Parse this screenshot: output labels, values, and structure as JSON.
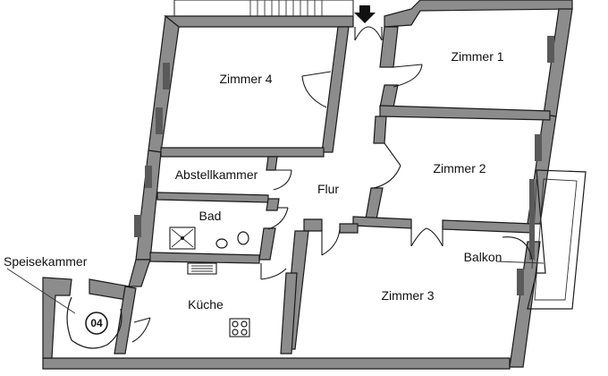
{
  "rooms": {
    "zimmer1": "Zimmer 1",
    "zimmer2": "Zimmer 2",
    "zimmer3": "Zimmer 3",
    "zimmer4": "Zimmer 4",
    "abstellkammer": "Abstellkammer",
    "flur": "Flur",
    "bad": "Bad",
    "kueche": "Küche",
    "balkon": "Balkon",
    "speisekammer": "Speisekammer"
  },
  "badge": {
    "number": "04"
  },
  "icons": {
    "entrance": "entrance-arrow-icon",
    "stove": "stove-icon",
    "sink": "sink-icon",
    "shower": "shower-icon",
    "toilet": "toilet-icon"
  },
  "colors": {
    "wall": "#8c8c8c",
    "line": "#1a1a1a",
    "background": "#ffffff"
  }
}
